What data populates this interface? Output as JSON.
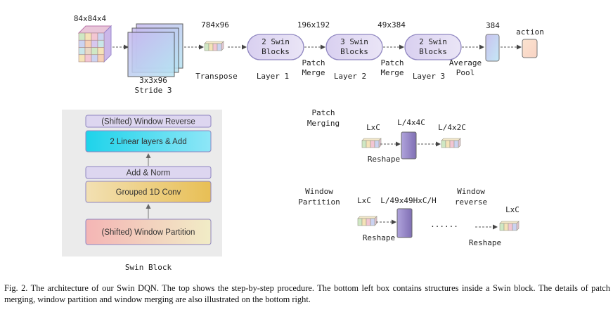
{
  "pipeline": {
    "input_dims": "84x84x4",
    "conv_label_1": "3x3x96",
    "conv_label_2": "Stride 3",
    "embed_dims": "784x96",
    "transpose_label": "Transpose",
    "stage1_text_1": "2 Swin",
    "stage1_text_2": "Blocks",
    "stage1_label": "Layer 1",
    "merge1_label_1": "Patch",
    "merge1_label_2": "Merge",
    "stage2_dims": "196x192",
    "stage2_text_1": "3 Swin",
    "stage2_text_2": "Blocks",
    "stage2_label": "Layer 2",
    "merge2_label_1": "Patch",
    "merge2_label_2": "Merge",
    "stage3_dims": "49x384",
    "stage3_text_1": "2 Swin",
    "stage3_text_2": "Blocks",
    "stage3_label": "Layer 3",
    "pool_label_1": "Average",
    "pool_label_2": "Pool",
    "pool_dims": "384",
    "output_label": "action"
  },
  "swin_block": {
    "title": "Swin Block",
    "layers": [
      "(Shifted) Window Reverse",
      "2 Linear layers & Add",
      "Add & Norm",
      "Grouped 1D Conv",
      "(Shifted) Window Partition"
    ]
  },
  "patch_merging": {
    "title_1": "Patch",
    "title_2": "Merging",
    "input_dims": "LxC",
    "mid_dims": "L/4x4C",
    "output_dims": "L/4x2C",
    "op_label": "Reshape"
  },
  "window_partition": {
    "title_1": "Window",
    "title_2": "Partition",
    "input_dims": "LxC",
    "mid_dims": "L/49x49HxC/H",
    "op_label": "Reshape",
    "ellipsis": "......"
  },
  "window_reverse": {
    "title_1": "Window",
    "title_2": "reverse",
    "output_dims": "LxC",
    "op_label": "Reshape"
  },
  "caption": "Fig. 2.  The architecture of our Swin DQN. The top shows the step-by-step procedure. The bottom left box contains structures inside a Swin block. The details of patch merging, window partition and window merging are also illustrated on the bottom right.",
  "colors": {
    "swin_fill": "#ddd6f0",
    "swin_stroke": "#8f86c0",
    "linear_fill": "#38d4ee",
    "conv_fill": "#ecc96a",
    "partition_fill": "#f2b7b7",
    "panel_bg": "#ebebeb",
    "dark_purple": "#7f6fb3"
  }
}
